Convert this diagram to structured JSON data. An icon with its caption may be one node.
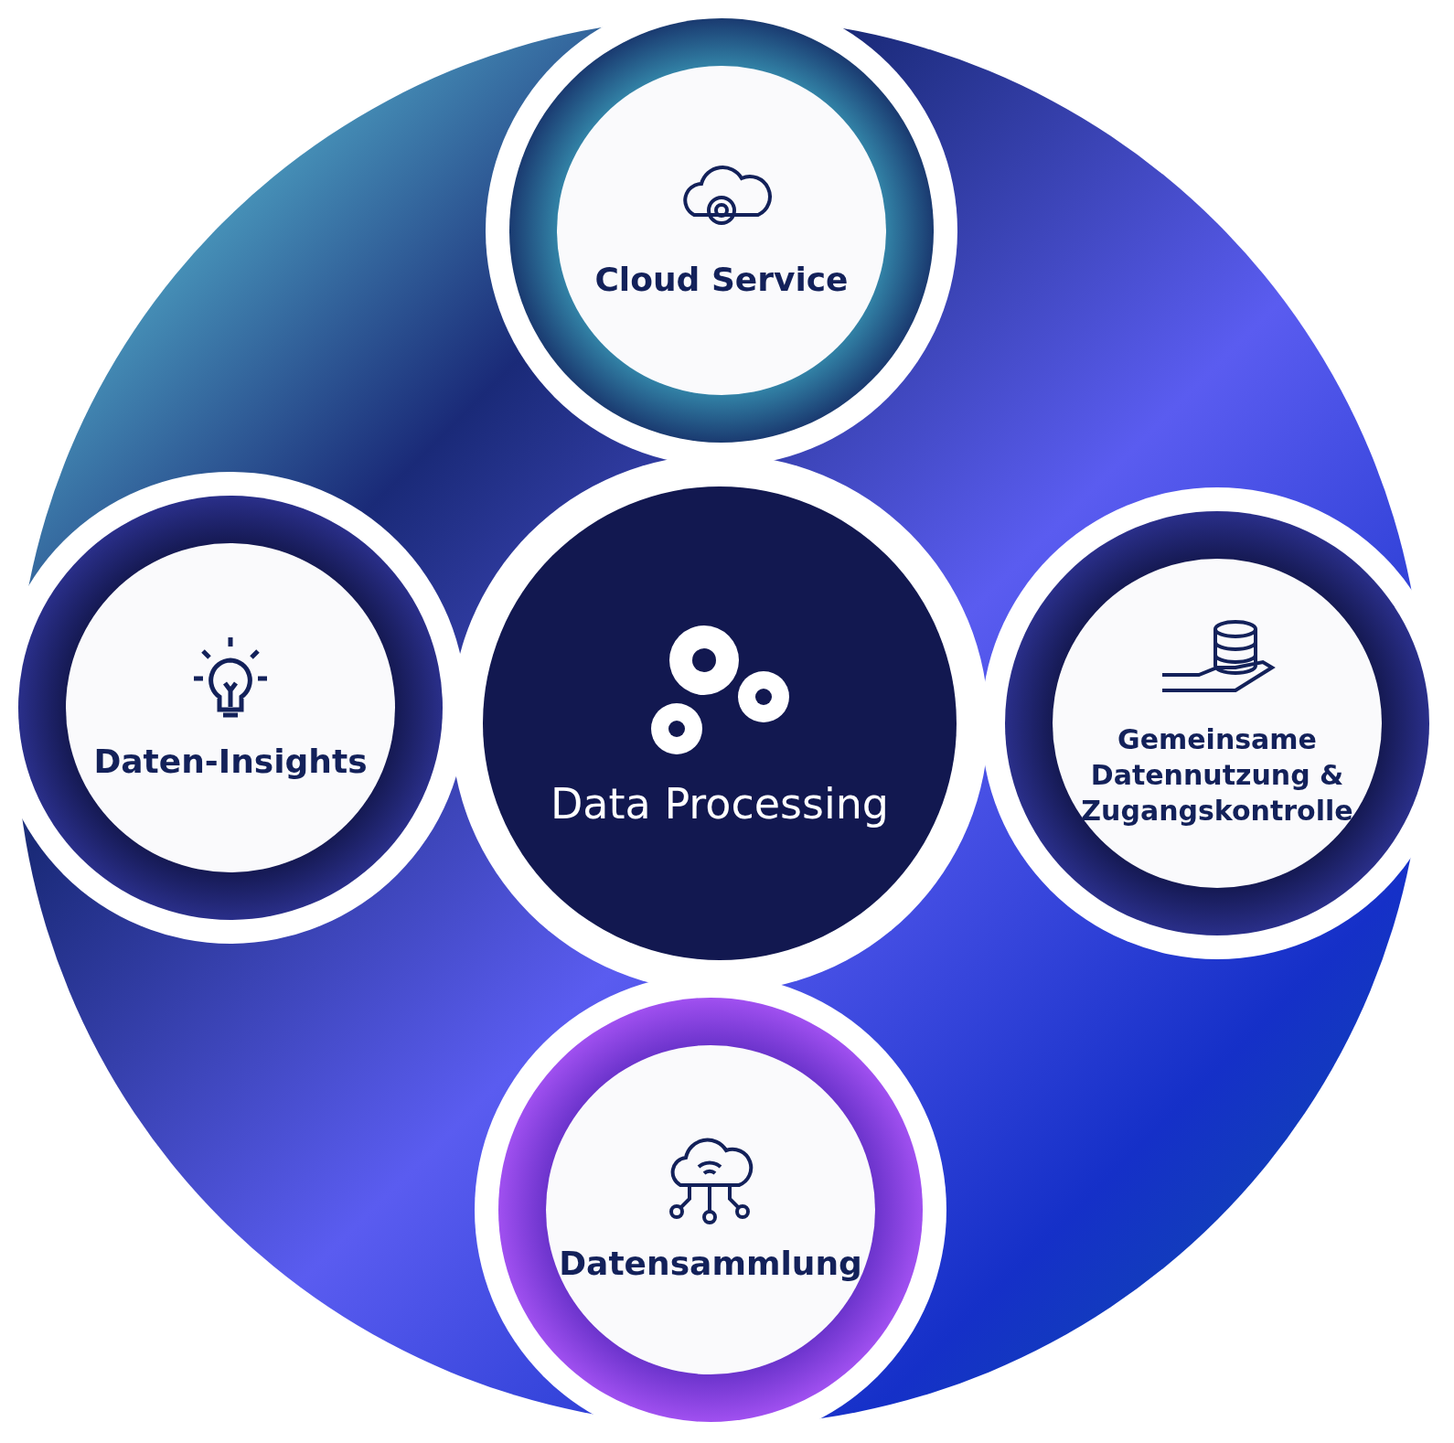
{
  "diagram": {
    "nodes": [
      {
        "text": [
          "Cloud Service"
        ]
      },
      {
        "text": [
          "Daten-Insights"
        ]
      },
      {
        "text": [
          "Data Processing"
        ]
      },
      {
        "text": [
          "Gemeinsame Datennutzung & Zugangskontrolle"
        ]
      },
      {
        "text": [
          "Datensammlung"
        ]
      }
    ]
  }
}
